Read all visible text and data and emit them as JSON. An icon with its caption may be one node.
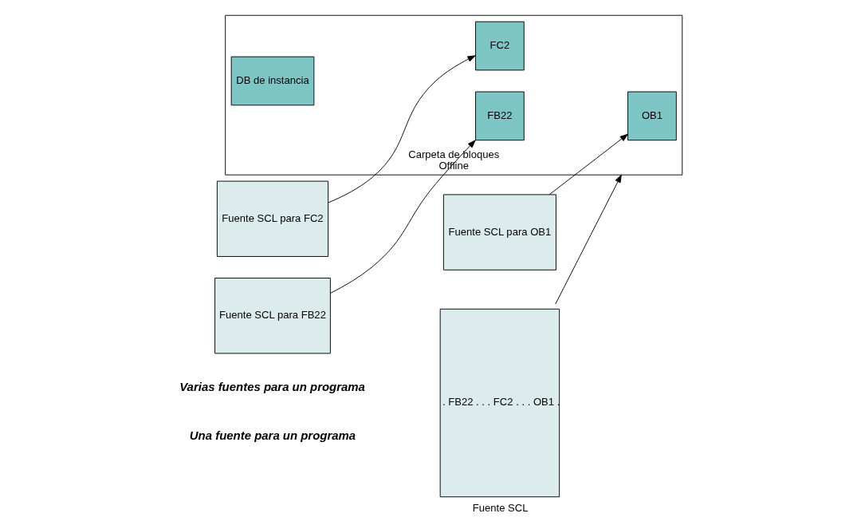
{
  "diagram": {
    "nodes": [
      {
        "text": [
          ". FB22 . . . FC2 . . . OB1 ."
        ],
        "beside": [
          "Fuente SCL"
        ]
      },
      {
        "text": [
          "Fuente SCL para OB1"
        ]
      },
      {
        "text": [
          "Fuente SCL para FC2"
        ]
      },
      {
        "text": [
          "Fuente SCL para FB22"
        ]
      },
      {
        "text": [
          "Carpeta de bloques",
          "Offline"
        ]
      },
      {
        "text": [
          "OB1"
        ],
        "in": 4
      },
      {
        "text": [
          "FC2"
        ],
        "in": 4
      },
      {
        "text": [
          "FB22"
        ],
        "in": 4
      },
      {
        "text": [
          "DB de instancia"
        ],
        "in": 4
      }
    ],
    "edges": [
      {
        "from": 1,
        "to": 5,
        "arrow": "to"
      },
      {
        "from": 2,
        "to": 6,
        "arrow": "to"
      },
      {
        "from": 3,
        "to": 7,
        "arrow": "to"
      },
      {
        "from": 0,
        "to": 4,
        "arrow": "to"
      }
    ],
    "labels": [
      "Una fuente para un programa",
      "Varias fuentes para un programa"
    ]
  }
}
